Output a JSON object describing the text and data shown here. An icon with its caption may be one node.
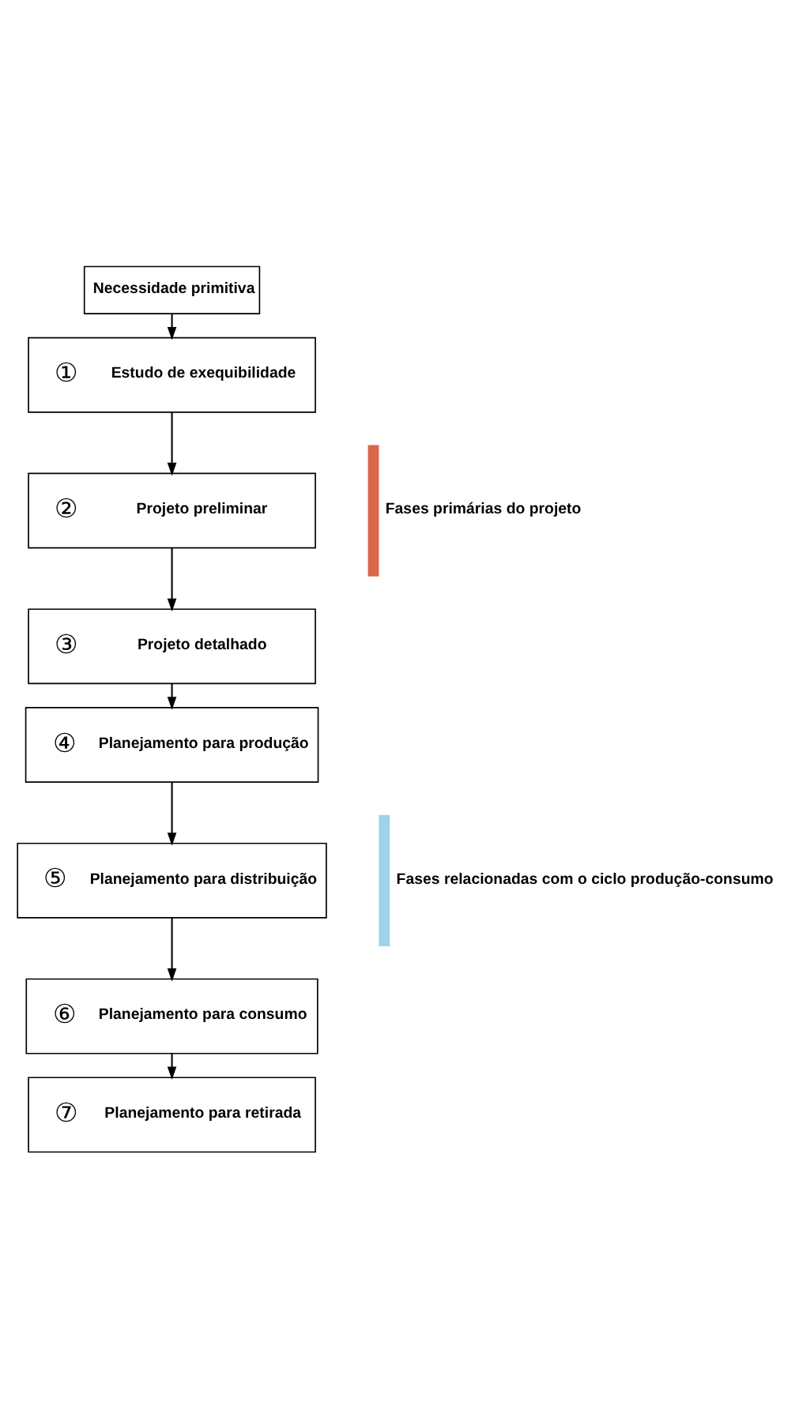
{
  "diagram": {
    "nodes": [
      {
        "text": [
          "Necessidade primitiva"
        ]
      },
      {
        "text": [
          "①",
          "Estudo de exequibilidade"
        ]
      },
      {
        "text": [
          "②",
          "Projeto preliminar"
        ]
      },
      {
        "text": [
          "③",
          "Projeto detalhado"
        ]
      },
      {
        "text": [
          "④",
          "Planejamento para produção"
        ]
      },
      {
        "text": [
          "⑤",
          "Planejamento para distribuição"
        ]
      },
      {
        "text": [
          "⑥",
          "Planejamento para consumo"
        ]
      },
      {
        "text": [
          "⑦",
          "Planejamento para retirada"
        ]
      }
    ],
    "edges": [
      {
        "from": 0,
        "to": 1,
        "arrow": "to"
      },
      {
        "from": 1,
        "to": 2,
        "arrow": "to"
      },
      {
        "from": 2,
        "to": 3,
        "arrow": "to"
      },
      {
        "from": 3,
        "to": 4,
        "arrow": "to"
      },
      {
        "from": 4,
        "to": 5,
        "arrow": "to"
      },
      {
        "from": 5,
        "to": 6,
        "arrow": "to"
      },
      {
        "from": 6,
        "to": 7,
        "arrow": "to"
      }
    ],
    "legend": [
      {
        "text": "Fases primárias do projeto",
        "color": "#d9694a"
      },
      {
        "text": "Fases relacionadas com o ciclo produção-consumo",
        "color": "#9fd3ea"
      }
    ]
  }
}
